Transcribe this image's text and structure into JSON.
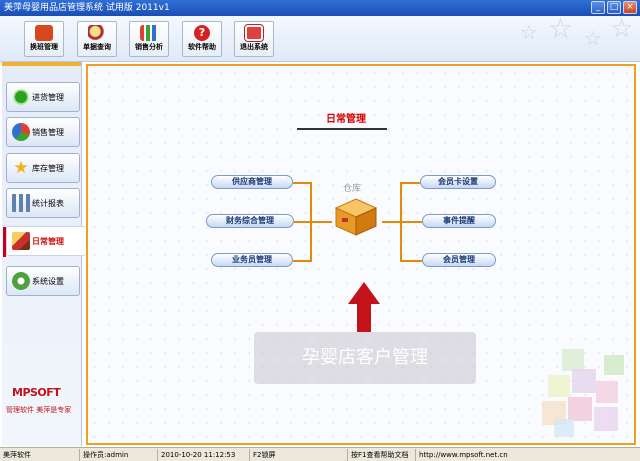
{
  "window": {
    "title": "美萍母婴用品店管理系统  试用版  2011v1",
    "buttons": {
      "minimize": "_",
      "maximize": "□",
      "close": "×"
    }
  },
  "toolbar": {
    "items": [
      {
        "label": "换班管理",
        "icon": "shift-icon",
        "color": "#d84820"
      },
      {
        "label": "单据查询",
        "icon": "magnifier-icon",
        "color": "#e0c060"
      },
      {
        "label": "销售分析",
        "icon": "bar-chart-icon",
        "color": "#4090d0"
      },
      {
        "label": "软件帮助",
        "icon": "help-icon",
        "color": "#d82020"
      },
      {
        "label": "退出系统",
        "icon": "exit-icon",
        "color": "#e04040"
      }
    ]
  },
  "sidebar": {
    "items": [
      {
        "label": "进货管理",
        "icon": "plus-icon",
        "color": "#28a020"
      },
      {
        "label": "销售管理",
        "icon": "pie-icon",
        "color": "#3070d0"
      },
      {
        "label": "库存管理",
        "icon": "star-icon",
        "color": "#f0b020"
      },
      {
        "label": "统计报表",
        "icon": "bar-chart-icon",
        "color": "#6080b0"
      },
      {
        "label": "日常管理",
        "icon": "brush-icon",
        "color": "#c83030",
        "active": true
      },
      {
        "label": "系统设置",
        "icon": "gear-icon",
        "color": "#50a040"
      }
    ],
    "logo": "MPSOFT",
    "slogan": "管理软件  美萍是专家"
  },
  "main": {
    "section_title": "日常管理",
    "center_label": "仓库",
    "left_buttons": [
      "供应商管理",
      "财务综合管理",
      "业务员管理"
    ],
    "right_buttons": [
      "会员卡设置",
      "事件提醒",
      "会员管理"
    ],
    "banner": "孕婴店客户管理",
    "accent_color": "#e48a0a",
    "arrow_color": "#c4121a"
  },
  "statusbar": {
    "app": "美萍软件",
    "operator": "操作员:admin",
    "datetime": "2010-10-20 11:12:53",
    "lock": "F2锁屏",
    "help": "按F1查看帮助文档",
    "url": "http://www.mpsoft.net.cn"
  }
}
